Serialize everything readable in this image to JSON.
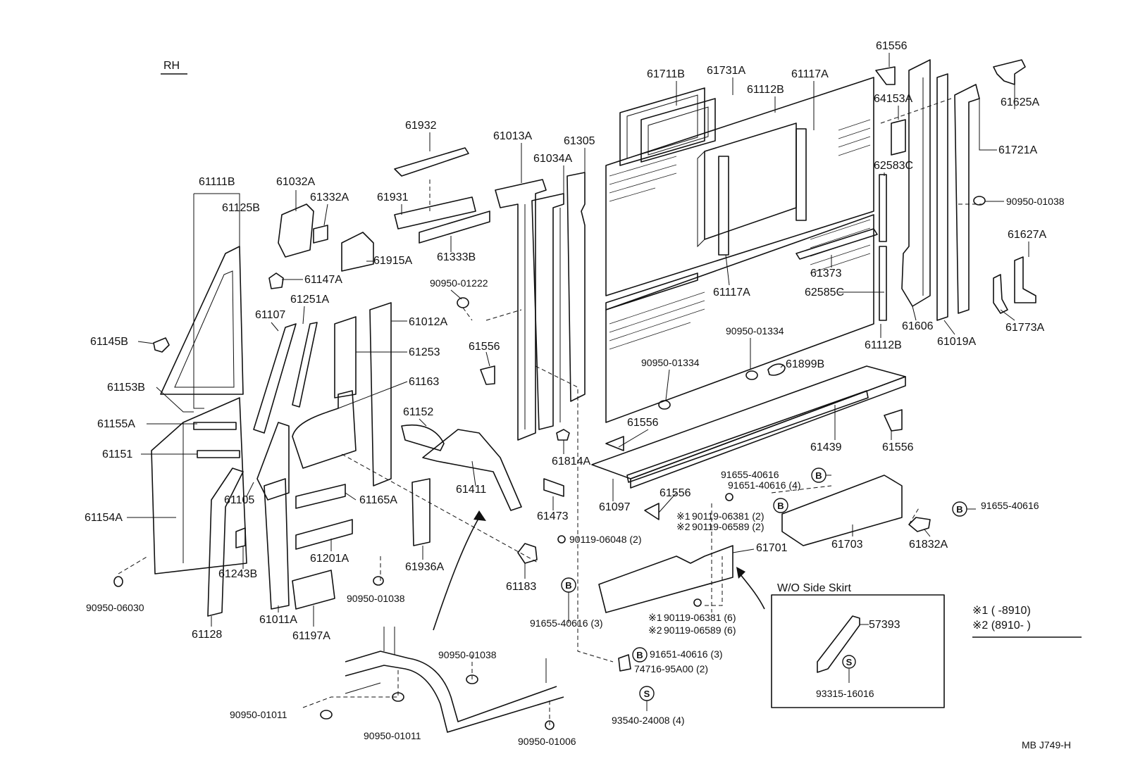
{
  "header": {
    "side": "RH"
  },
  "parts": [
    "61556",
    "61711B",
    "61731A",
    "61117A",
    "61112B",
    "64153A",
    "61625A",
    "61721A",
    "90950-01038",
    "61627A",
    "61932",
    "61013A",
    "61305",
    "61034A",
    "62583C",
    "61931",
    "61111B",
    "61032A",
    "61332A",
    "61125B",
    "61333B",
    "61915A",
    "61147A",
    "90950-01222",
    "61373",
    "61117A",
    "62585C",
    "61251A",
    "61107",
    "61012A",
    "61606",
    "61019A",
    "61773A",
    "61145B",
    "61253",
    "61556",
    "90950-01334",
    "61112B",
    "61163",
    "90950-01334",
    "61899B",
    "61153B",
    "61152",
    "61155A",
    "61556",
    "61439",
    "61556",
    "61151",
    "61814A",
    "91655-40616",
    "91651-40616 (4)",
    "61105",
    "61154A",
    "61165A",
    "61411",
    "61097",
    "61556",
    "91655-40616",
    "61473",
    "90119-06381 (2)",
    "90119-06589 (2)",
    "61703",
    "61832A",
    "90119-06048 (2)",
    "61701",
    "61243B",
    "61201A",
    "61936A",
    "61183",
    "90950-01038",
    "90950-06030",
    "91655-40616 (3)",
    "90119-06381 (6)",
    "90119-06589 (6)",
    "61128",
    "61011A",
    "61197A",
    "57393",
    "91651-40616 (3)",
    "90950-01038",
    "74716-95A00 (2)",
    "93315-16016",
    "90950-01011",
    "93540-24008 (4)",
    "90950-01011",
    "90950-01006"
  ],
  "inset": {
    "title": "W/O Side Skirt"
  },
  "notes": {
    "mark1": "※1",
    "mark2": "※2",
    "n1_label": "※1",
    "n2_label": "※2",
    "range1": "※1 (      -8910)",
    "range2": "※2 (8910-      )"
  },
  "footer": {
    "code": "MB  J749-H"
  }
}
